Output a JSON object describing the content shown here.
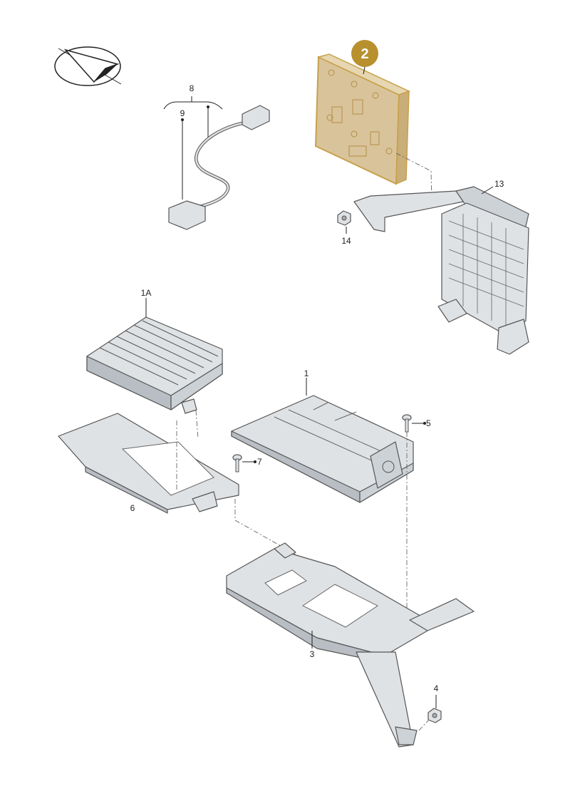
{
  "labels": {
    "p1": "1",
    "p1a": "1A",
    "p2": "2",
    "p3": "3",
    "p4": "4",
    "p5": "5",
    "p6": "6",
    "p7": "7",
    "p8": "8",
    "p9": "9",
    "p13": "13",
    "p14": "14"
  },
  "icons": {
    "logo": "direction-arrow-logo-icon"
  },
  "colors": {
    "highlight": "#c8a14a",
    "highlight_fill": "#d9c39a",
    "part_fill": "#dfe2e5",
    "part_dark": "#b9bec4",
    "badge": "#b8902e"
  }
}
